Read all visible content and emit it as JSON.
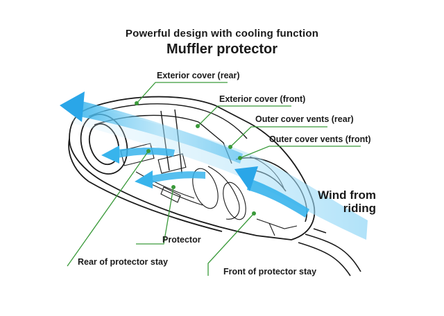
{
  "header": {
    "subtitle": "Powerful design with cooling function",
    "title": "Muffler protector"
  },
  "labels": {
    "exterior_cover_rear": "Exterior cover (rear)",
    "exterior_cover_front": "Exterior cover (front)",
    "outer_cover_vents_rear": "Outer cover vents (rear)",
    "outer_cover_vents_front": "Outer cover vents (front)",
    "protector": "Protector",
    "rear_of_protector_stay": "Rear of protector stay",
    "front_of_protector_stay": "Front of protector stay"
  },
  "wind": {
    "line1": "Wind from",
    "line2": "riding"
  },
  "colors": {
    "leader_line": "#3a9a3a",
    "airflow": "#38b4ec",
    "outline": "#1a1a1a"
  }
}
